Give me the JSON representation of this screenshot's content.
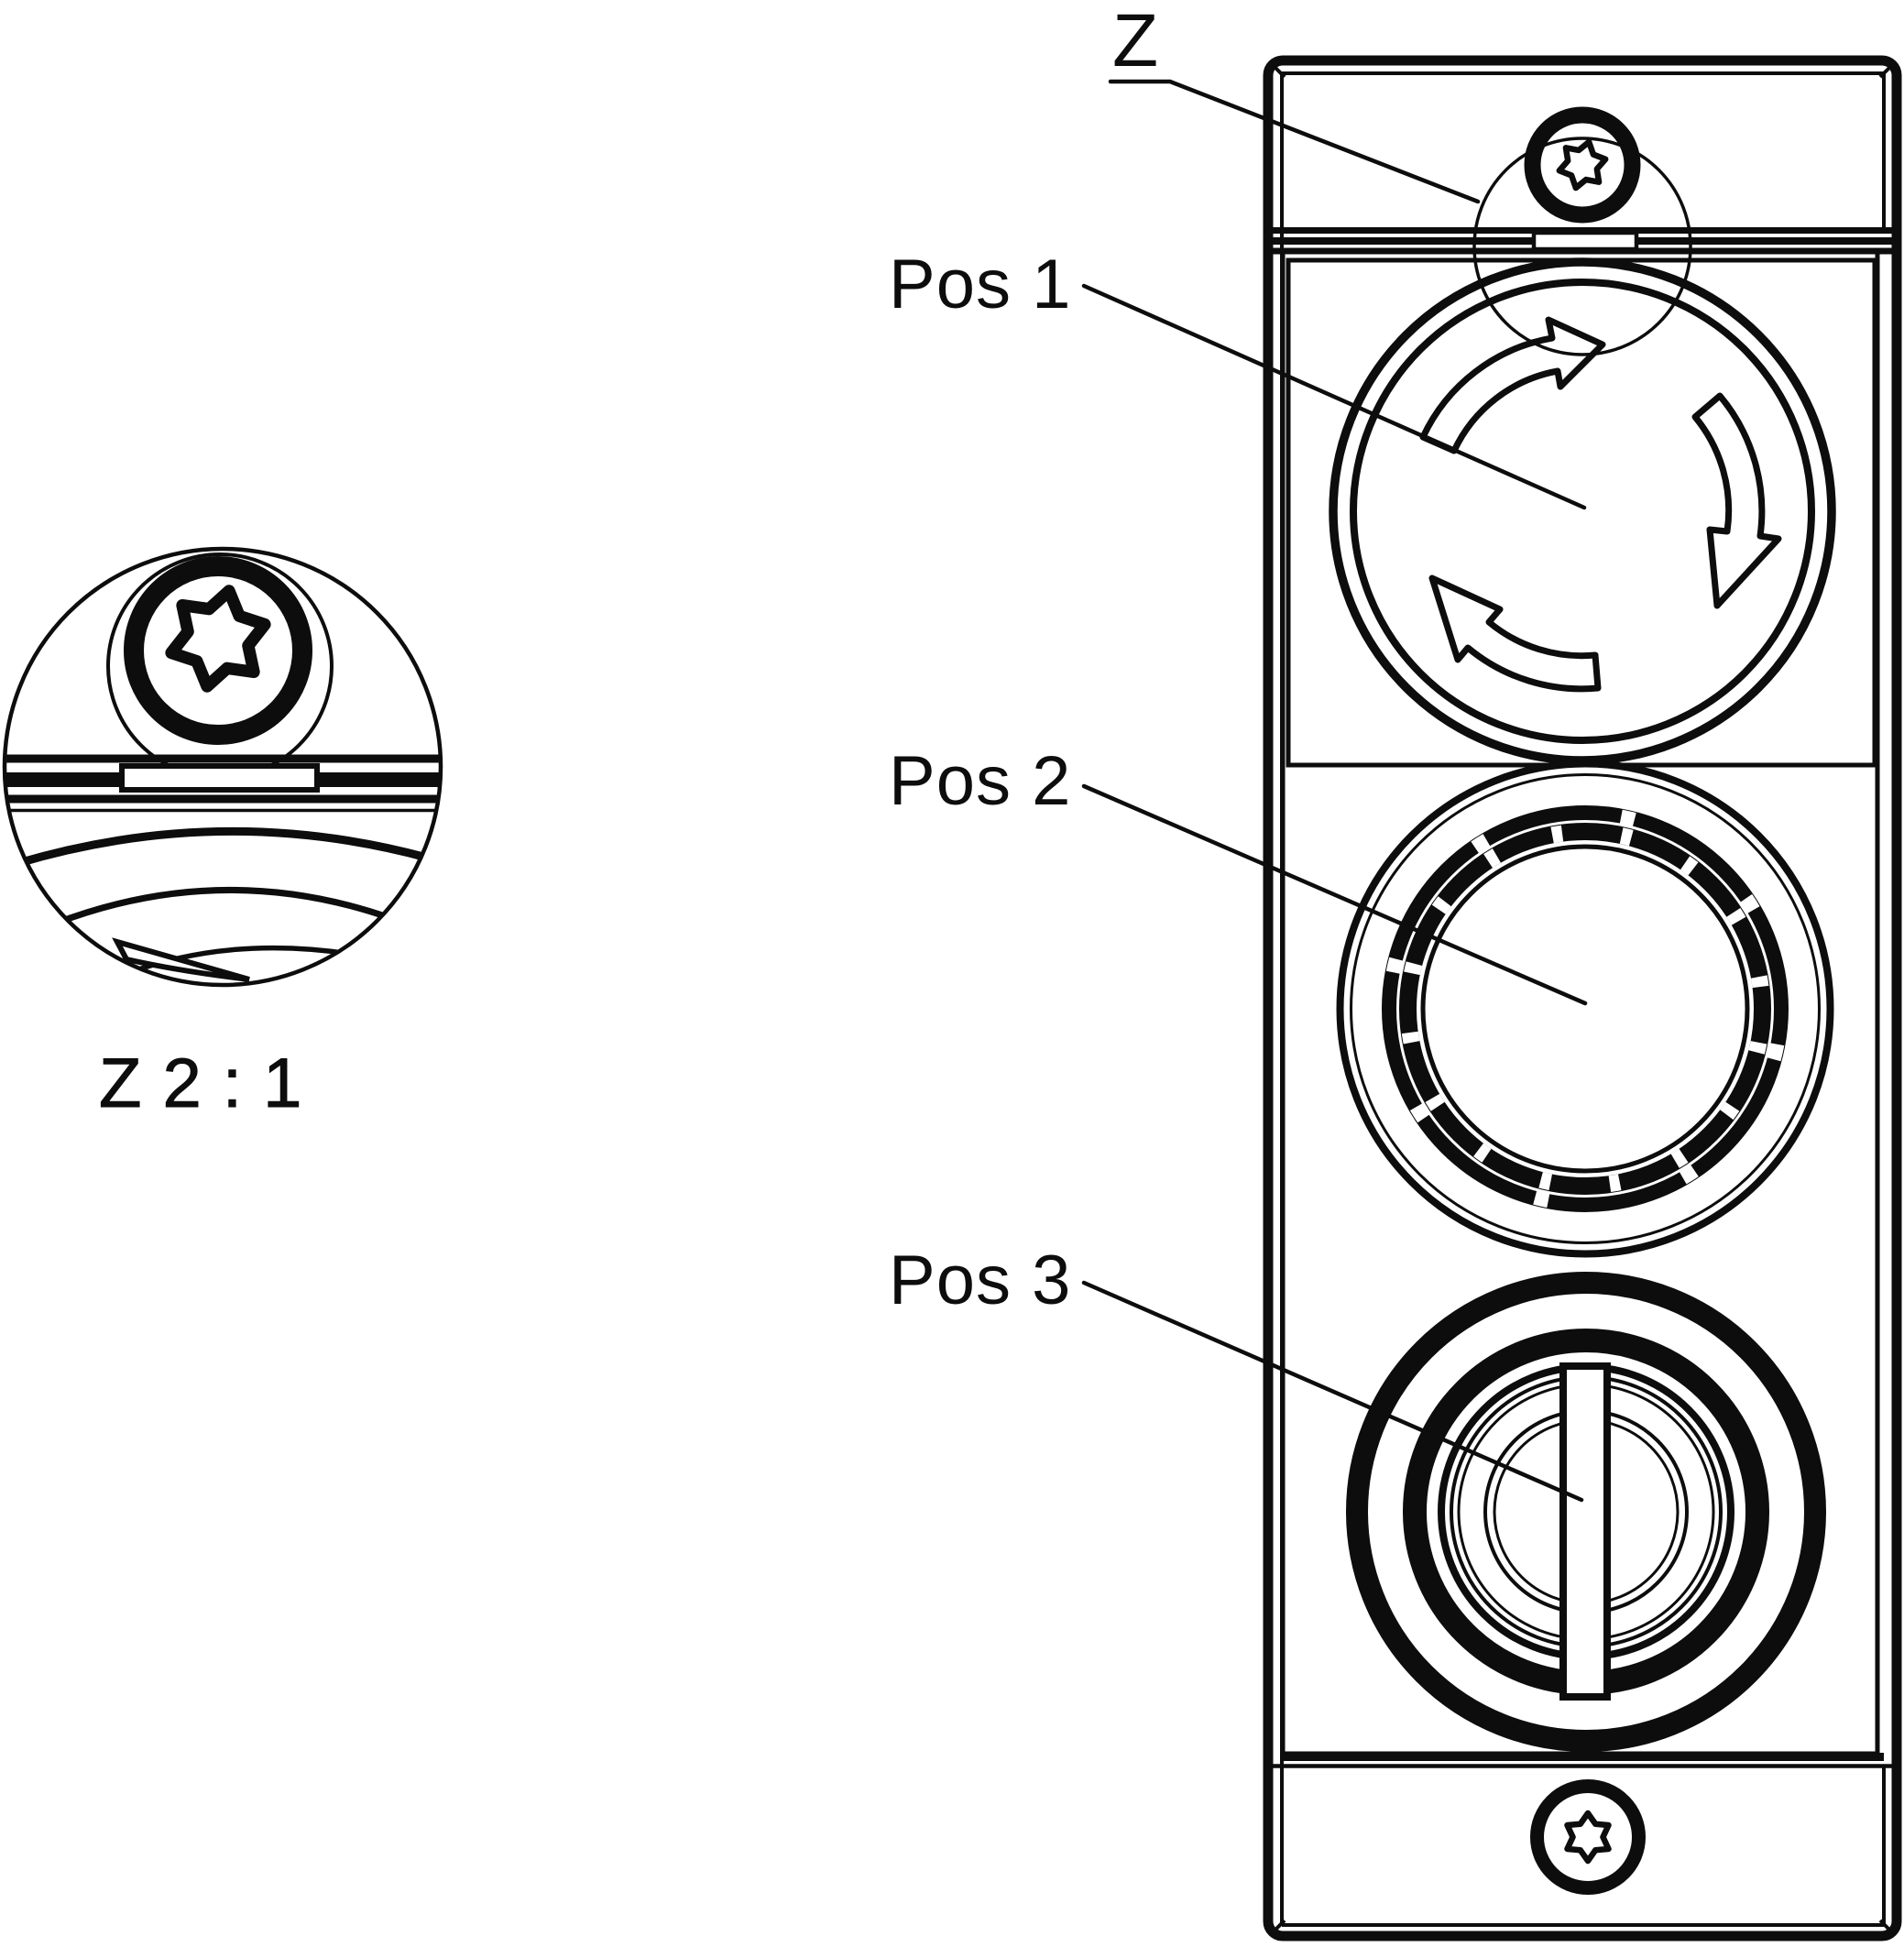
{
  "drawing": {
    "type": "technical-line-drawing",
    "subject": "control-panel-front-view",
    "colors": {
      "ink": "#0d0d0d",
      "paper": "#ffffff"
    },
    "labels": {
      "detail_marker": "Z",
      "detail_caption": "Z 2 : 1",
      "positions": [
        {
          "label": "Pos 1",
          "component": "emergency-stop-mushroom-button"
        },
        {
          "label": "Pos 2",
          "component": "round-push-button"
        },
        {
          "label": "Pos 3",
          "component": "selector-knob-switch"
        }
      ]
    },
    "icons": [
      "torx-screw-icon-top",
      "torx-screw-icon-bottom",
      "clockwise-rotation-arrows-icon"
    ]
  }
}
